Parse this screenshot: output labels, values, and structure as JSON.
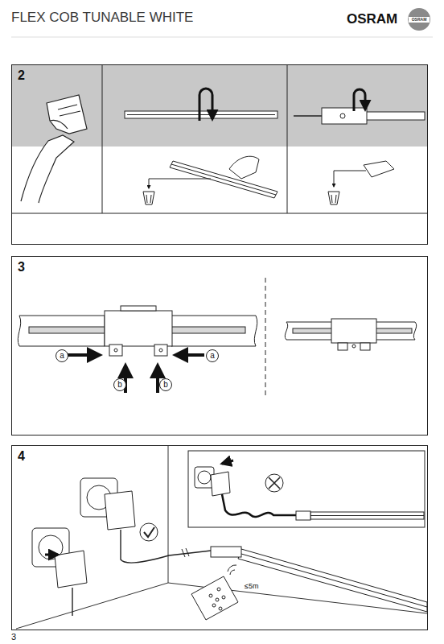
{
  "diagram": {
    "title": "FLEX COB TUNABLE WHITE",
    "nodes": [
      {
        "text": [
          "2"
        ]
      },
      {
        "text": [
          "3"
        ]
      },
      {
        "text": [
          "a"
        ],
        "in": 1
      },
      {
        "text": [
          "a"
        ],
        "in": 1
      },
      {
        "text": [
          "b"
        ],
        "in": 1
      },
      {
        "text": [
          "b"
        ],
        "in": 1
      },
      {
        "text": [
          "4"
        ]
      }
    ],
    "labels": [
      "OSRAM",
      "OSRAM",
      "≤5m",
      "3"
    ]
  }
}
